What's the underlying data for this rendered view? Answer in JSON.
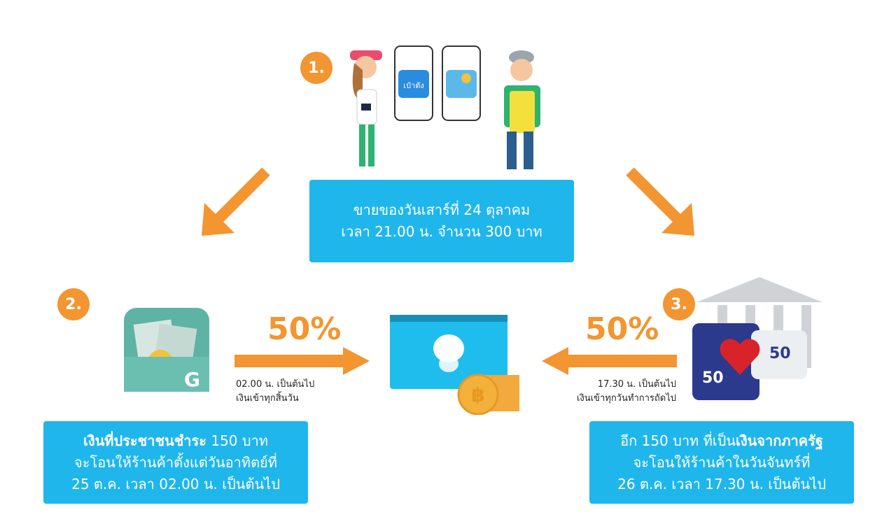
{
  "steps": {
    "step1": {
      "number": "1.",
      "line1": "ขายของวันเสาร์ที่ 24 ตุลาคม",
      "line2": "เวลา 21.00 น. จำนวน 300 บาท",
      "app_label": "เป๋าตัง"
    },
    "step2": {
      "number": "2.",
      "bold": "เงินที่ประชาชนชำระ",
      "line1_rest": " 150 บาท",
      "line2": "จะโอนให้ร้านค้าตั้งแต่วันอาทิตย์ที่",
      "line3": "25 ต.ค. เวลา 02.00 น. เป็นต้นไป",
      "app_letter": "G",
      "percent": "50%",
      "note1": "02.00 น. เป็นต้นไป",
      "note2": "เงินเข้าทุกสิ้นวัน"
    },
    "step3": {
      "number": "3.",
      "line1_pre": "อีก 150 บาท ที่เป็น",
      "bold": "เงินจากภาครัฐ",
      "line2": "จะโอนให้ร้านค้าในวันจันทร์ที่",
      "line3": "26 ต.ค. เวลา 17.30 น. เป็นต้นไป",
      "percent": "50%",
      "note1": "17.30 น. เป็นต้นไป",
      "note2": "เงินเข้าทุกวันทำการถัดไป",
      "puzzle_left": "50",
      "puzzle_right": "50"
    }
  },
  "colors": {
    "accent": "#f39530",
    "blue": "#1fb6ec"
  }
}
